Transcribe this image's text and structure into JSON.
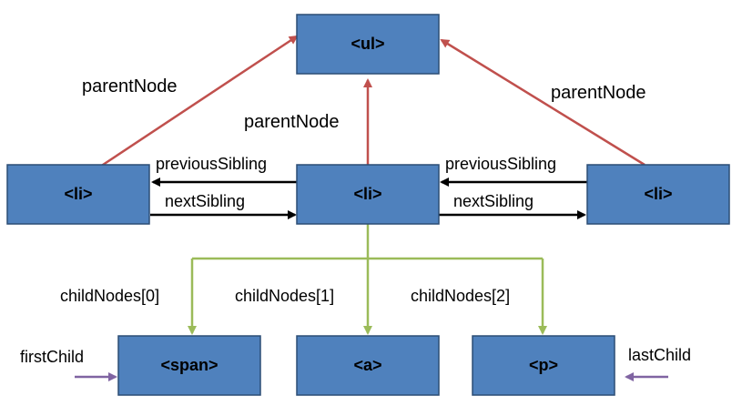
{
  "nodes": {
    "ul": "<ul>",
    "li_left": "<li>",
    "li_center": "<li>",
    "li_right": "<li>",
    "span": "<span>",
    "a": "<a>",
    "p": "<p>"
  },
  "edges": {
    "parent_left": "parentNode",
    "parent_center": "parentNode",
    "parent_right": "parentNode",
    "prev_left": "previousSibling",
    "next_left": "nextSibling",
    "prev_right": "previousSibling",
    "next_right": "nextSibling",
    "child0": "childNodes[0]",
    "child1": "childNodes[1]",
    "child2": "childNodes[2]",
    "first_child": "firstChild",
    "last_child": "lastChild"
  },
  "colors": {
    "node_fill": "#4f81bd",
    "node_stroke": "#2c4d75",
    "parent_arrow": "#c0504d",
    "sibling_arrow": "#000000",
    "child_arrow": "#9bbb59",
    "first_last_arrow": "#8064a2"
  }
}
